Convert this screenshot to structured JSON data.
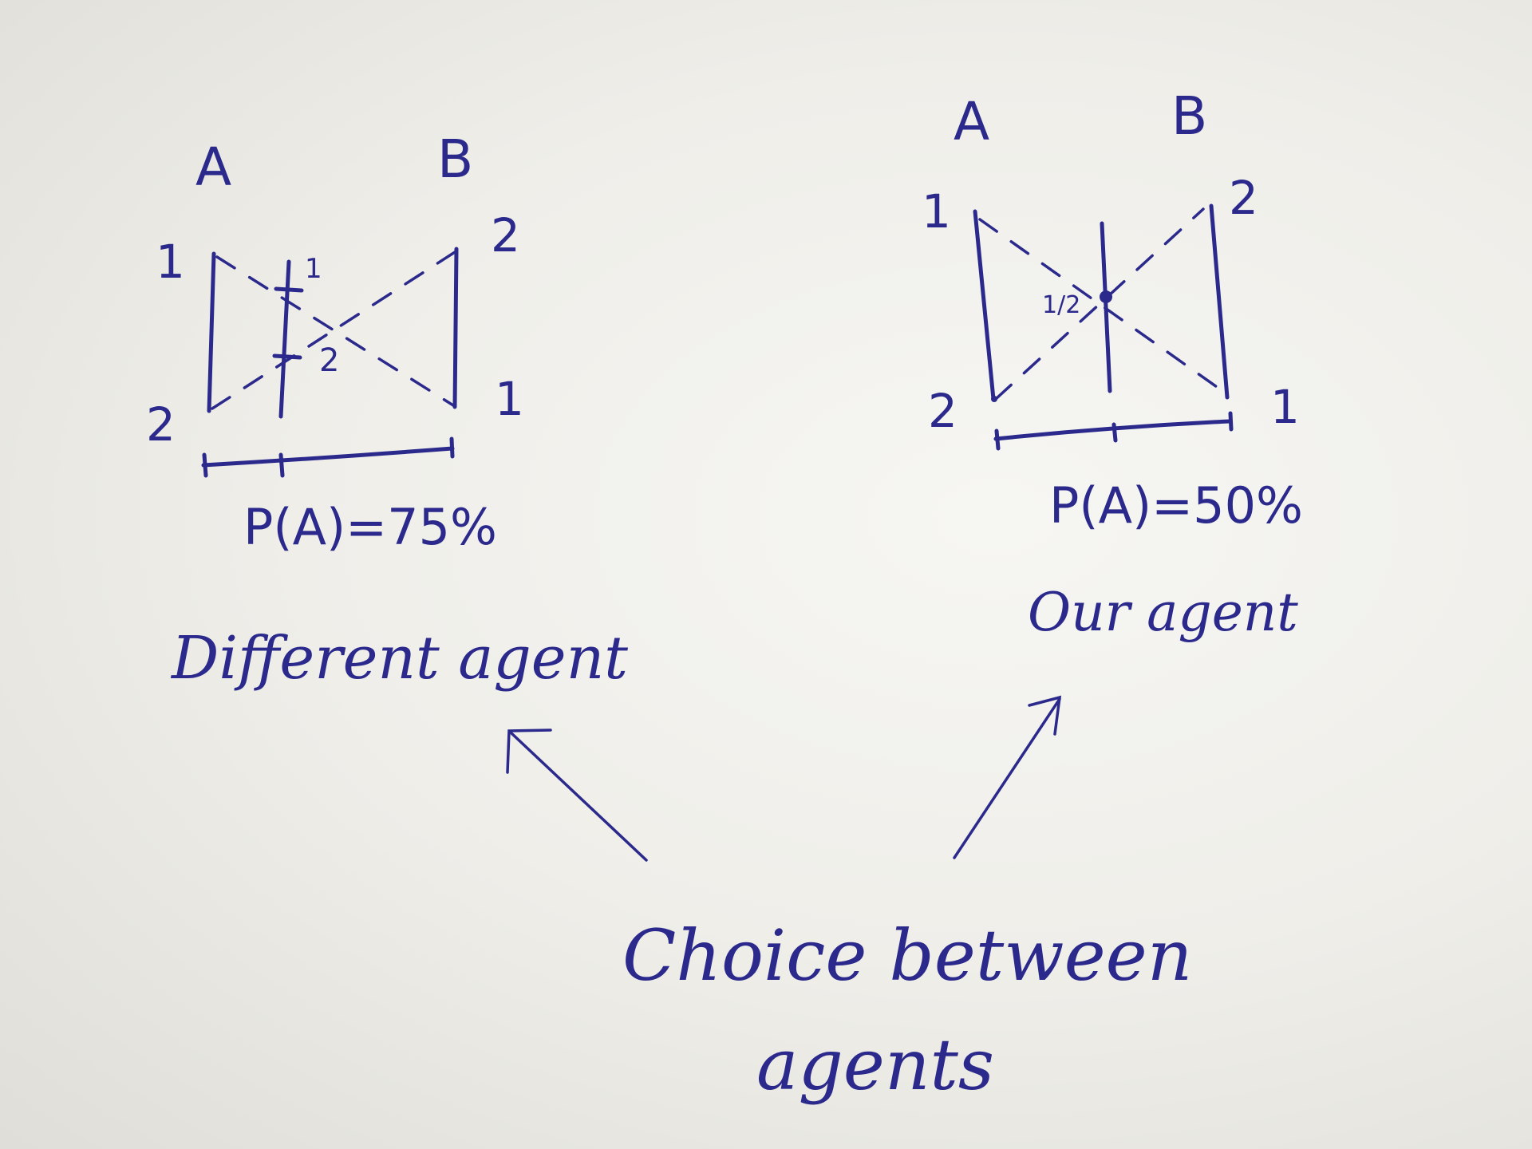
{
  "left_diagram": {
    "column_a": "A",
    "column_b": "B",
    "a_top": "1",
    "a_bottom": "2",
    "b_top": "2",
    "b_bottom": "1",
    "mark_upper": "1",
    "mark_lower": "2",
    "probability": "P(A)=75%",
    "caption": "Different agent"
  },
  "right_diagram": {
    "column_a": "A",
    "column_b": "B",
    "a_top": "1",
    "a_bottom": "2",
    "b_top": "2",
    "b_bottom": "1",
    "mark_center": "1/2",
    "probability": "P(A)=50%",
    "caption": "Our agent"
  },
  "bottom": {
    "caption_line1": "Choice between",
    "caption_line2": "agents"
  },
  "colors": {
    "ink": "#2b2a8c",
    "paper": "#efeee9"
  }
}
